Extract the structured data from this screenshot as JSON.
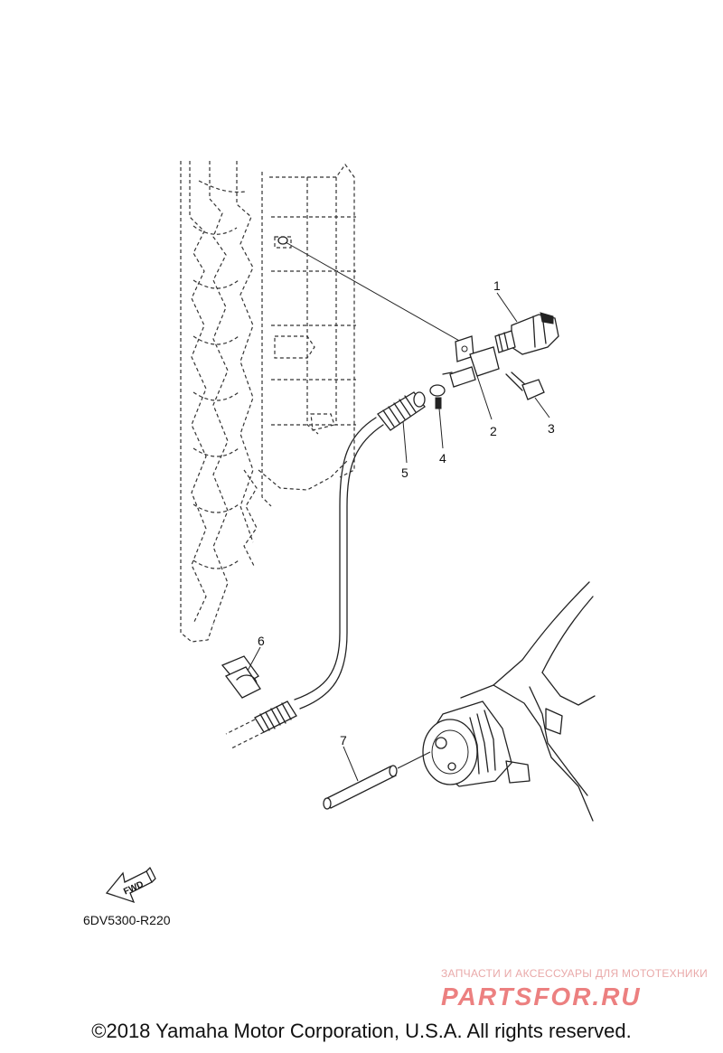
{
  "callouts": [
    {
      "id": "1",
      "label": "1"
    },
    {
      "id": "2",
      "label": "2"
    },
    {
      "id": "3",
      "label": "3"
    },
    {
      "id": "4",
      "label": "4"
    },
    {
      "id": "5",
      "label": "5"
    },
    {
      "id": "6",
      "label": "6"
    },
    {
      "id": "7",
      "label": "7"
    }
  ],
  "fwd_label": "FWD",
  "diagram_code": "6DV5300-R220",
  "watermark": {
    "tagline": "ЗАПЧАСТИ И АКСЕССУАРЫ ДЛЯ МОТОТЕХНИКИ",
    "logo": "PARTSFOR.RU",
    "color": "#e03a3a"
  },
  "copyright": "©2018 Yamaha Motor Corporation, U.S.A. All rights reserved."
}
